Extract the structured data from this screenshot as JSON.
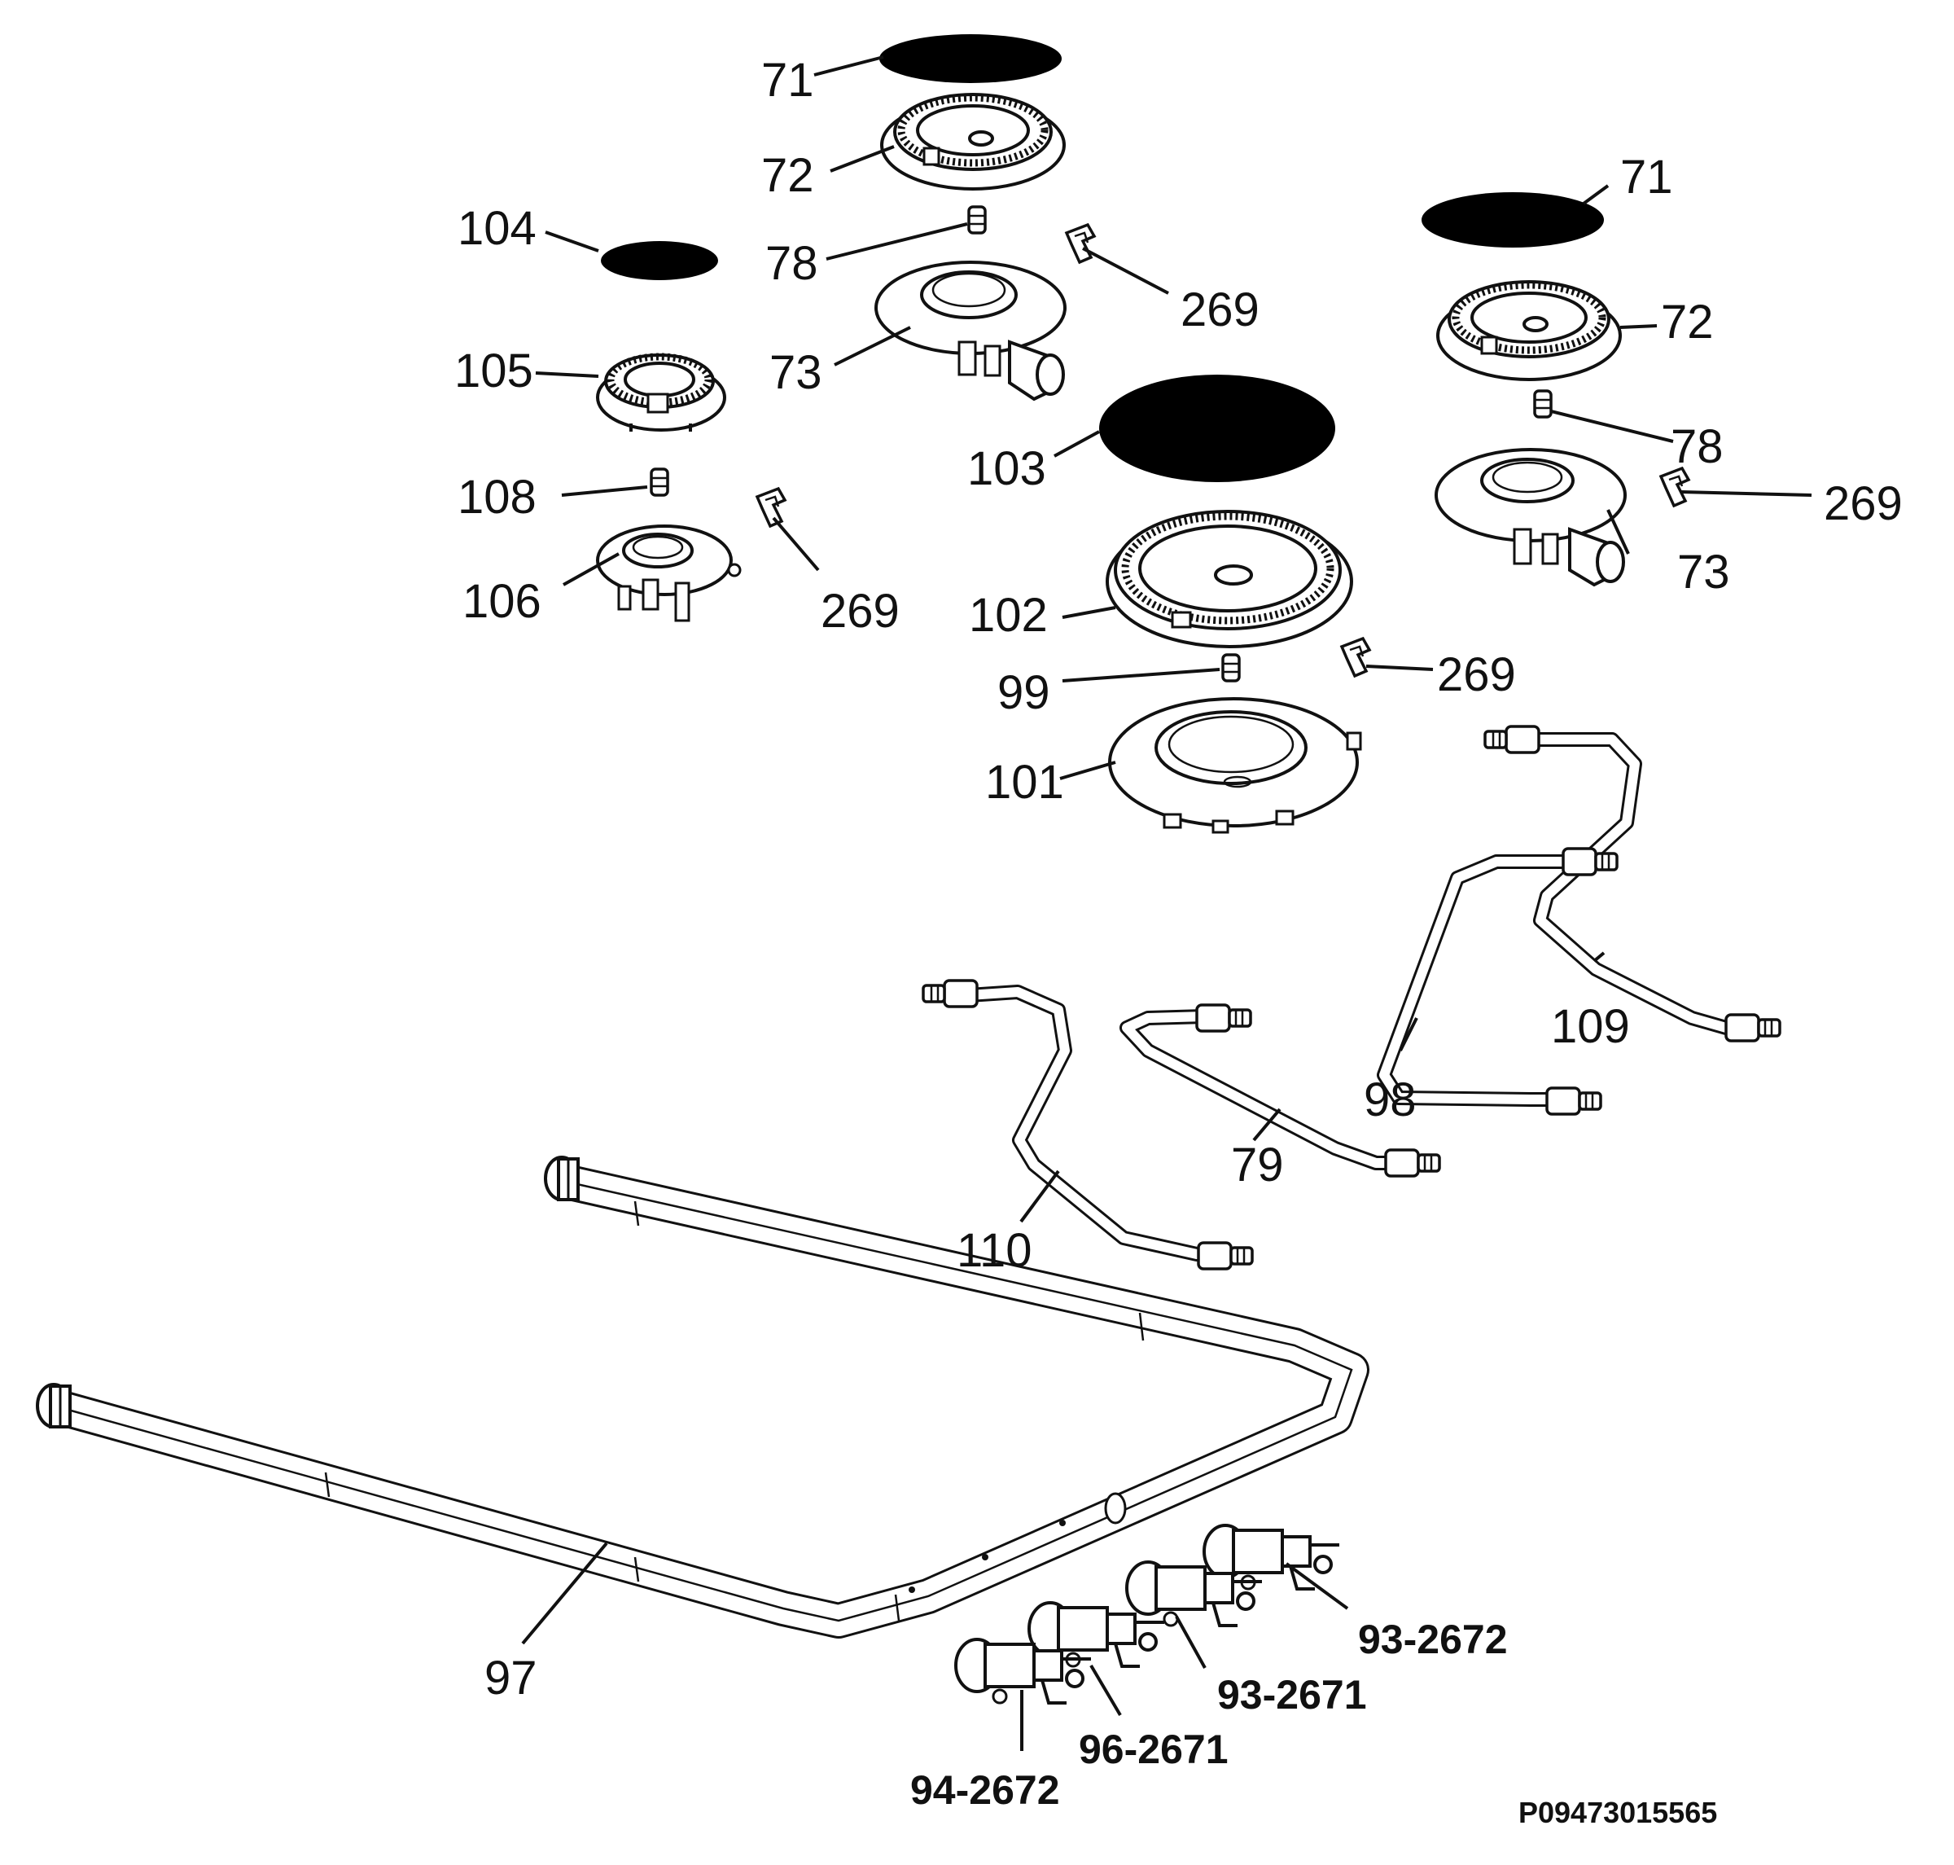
{
  "labels": {
    "cap_top": "71",
    "head_top": "72",
    "spacer_top": "78",
    "cap_small": "104",
    "clip_top": "269",
    "cap_right": "71",
    "head_right": "72",
    "body_top": "73",
    "body_small_head": "105",
    "cap_large": "103",
    "spacer_right": "78",
    "clip_right": "269",
    "body_right": "73",
    "spacer_small": "108",
    "body_small": "106",
    "clip_small": "269",
    "head_large": "102",
    "clip_large": "269",
    "injector_large": "99",
    "body_large": "101",
    "pipe_a": "109",
    "pipe_b": "98",
    "pipe_c": "79",
    "pipe_d": "110",
    "manifold": "97",
    "valve_1": "93-2672",
    "valve_2": "93-2671",
    "valve_3": "96-2671",
    "valve_4": "94-2672",
    "drawing_code": "P09473015565"
  }
}
